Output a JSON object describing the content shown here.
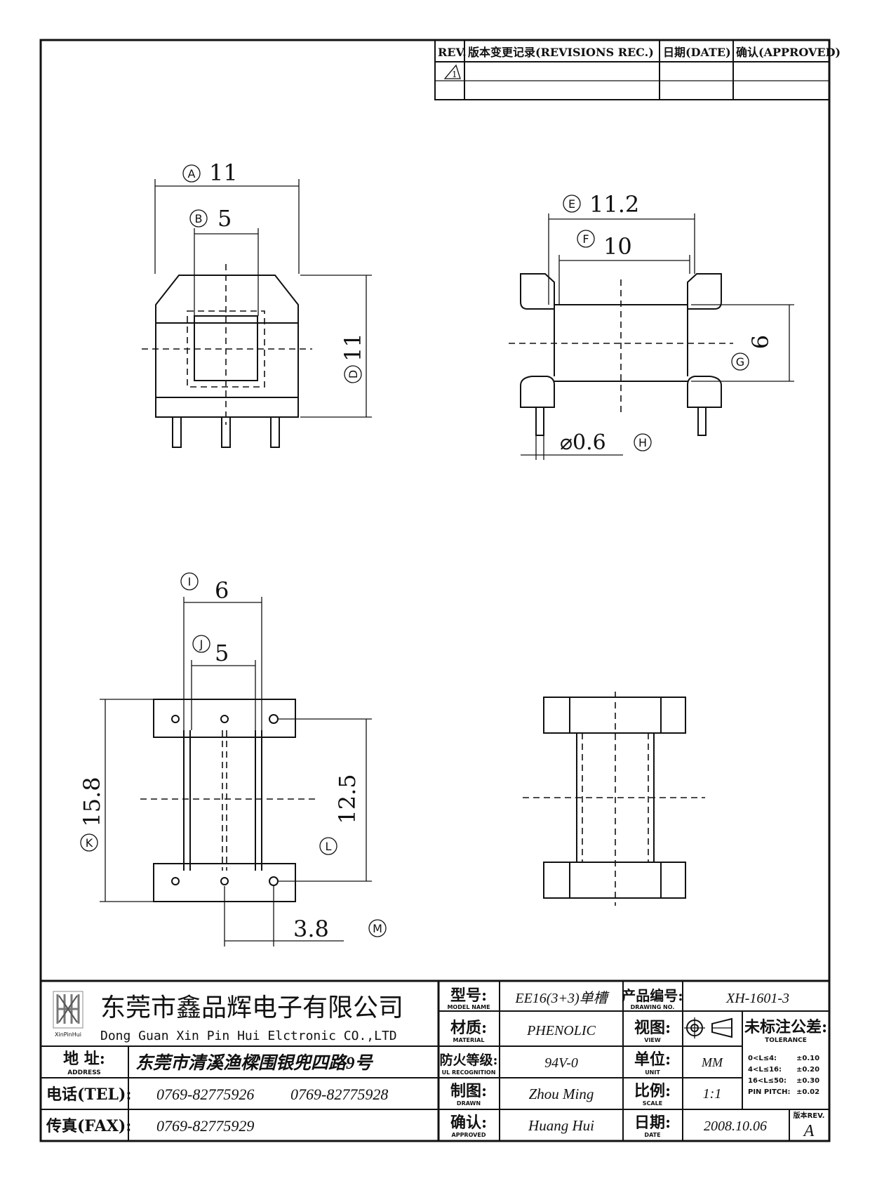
{
  "revision_table": {
    "headers": [
      "REV.",
      "版本变更记录(REVISIONS REC.)",
      "日期(DATE)",
      "确认(APPROVED)"
    ],
    "rev_symbol": "1"
  },
  "dimensions": {
    "A": {
      "letter": "A",
      "value": "11"
    },
    "B": {
      "letter": "B",
      "value": "5"
    },
    "D": {
      "letter": "D",
      "value": "11"
    },
    "E": {
      "letter": "E",
      "value": "11.2"
    },
    "F": {
      "letter": "F",
      "value": "10"
    },
    "G": {
      "letter": "G",
      "value": "6"
    },
    "H": {
      "letter": "H",
      "value": "⌀0.6"
    },
    "I": {
      "letter": "I",
      "value": "6"
    },
    "J": {
      "letter": "J",
      "value": "5"
    },
    "K": {
      "letter": "K",
      "value": "15.8"
    },
    "L": {
      "letter": "L",
      "value": "12.5"
    },
    "M": {
      "letter": "M",
      "value": "3.8"
    }
  },
  "title_block": {
    "logo_caption": "XinPinHui",
    "company_cn": "东莞市鑫品辉电子有限公司",
    "company_en": "Dong Guan Xin Pin Hui Elctronic CO.,LTD",
    "address_label": "地  址:",
    "address_sub": "ADDRESS",
    "address": "东莞市清溪渔樑围银兜四路9号",
    "tel_label": "电话(TEL):",
    "tel1": "0769-82775926",
    "tel2": "0769-82775928",
    "fax_label": "传真(FAX):",
    "fax": "0769-82775929",
    "model_label": "型号:",
    "model_sub": "MODEL NAME",
    "model": "EE16(3+3)单槽",
    "material_label": "材质:",
    "material_sub": "MATERIAL",
    "material": "PHENOLIC",
    "ul_label": "防火等级:",
    "ul_sub": "UL RECOGNITION",
    "ul": "94V-0",
    "drawn_label": "制图:",
    "drawn_sub": "DRAWN",
    "drawn": "Zhou Ming",
    "approved_label": "确认:",
    "approved_sub": "APPROVED",
    "approved": "Huang Hui",
    "drawing_no_label": "产品编号:",
    "drawing_no_sub": "DRAWING NO.",
    "drawing_no": "XH-1601-3",
    "view_label": "视图:",
    "view_sub": "VIEW",
    "unit_label": "单位:",
    "unit_sub": "UNIT",
    "unit": "MM",
    "scale_label": "比例:",
    "scale_sub": "SCALE",
    "scale": "1:1",
    "date_label": "日期:",
    "date_sub": "DATE",
    "date": "2008.10.06",
    "tolerance_label": "未标注公差:",
    "tolerance_sub": "TOLERANCE",
    "tolerances": [
      {
        "range": "0<L≤4:",
        "value": "±0.10"
      },
      {
        "range": "4<L≤16:",
        "value": "±0.20"
      },
      {
        "range": "16<L≤50:",
        "value": "±0.30"
      },
      {
        "range": "PIN PITCH:",
        "value": "±0.02"
      }
    ],
    "rev_label": "版本REV.",
    "rev": "A"
  }
}
